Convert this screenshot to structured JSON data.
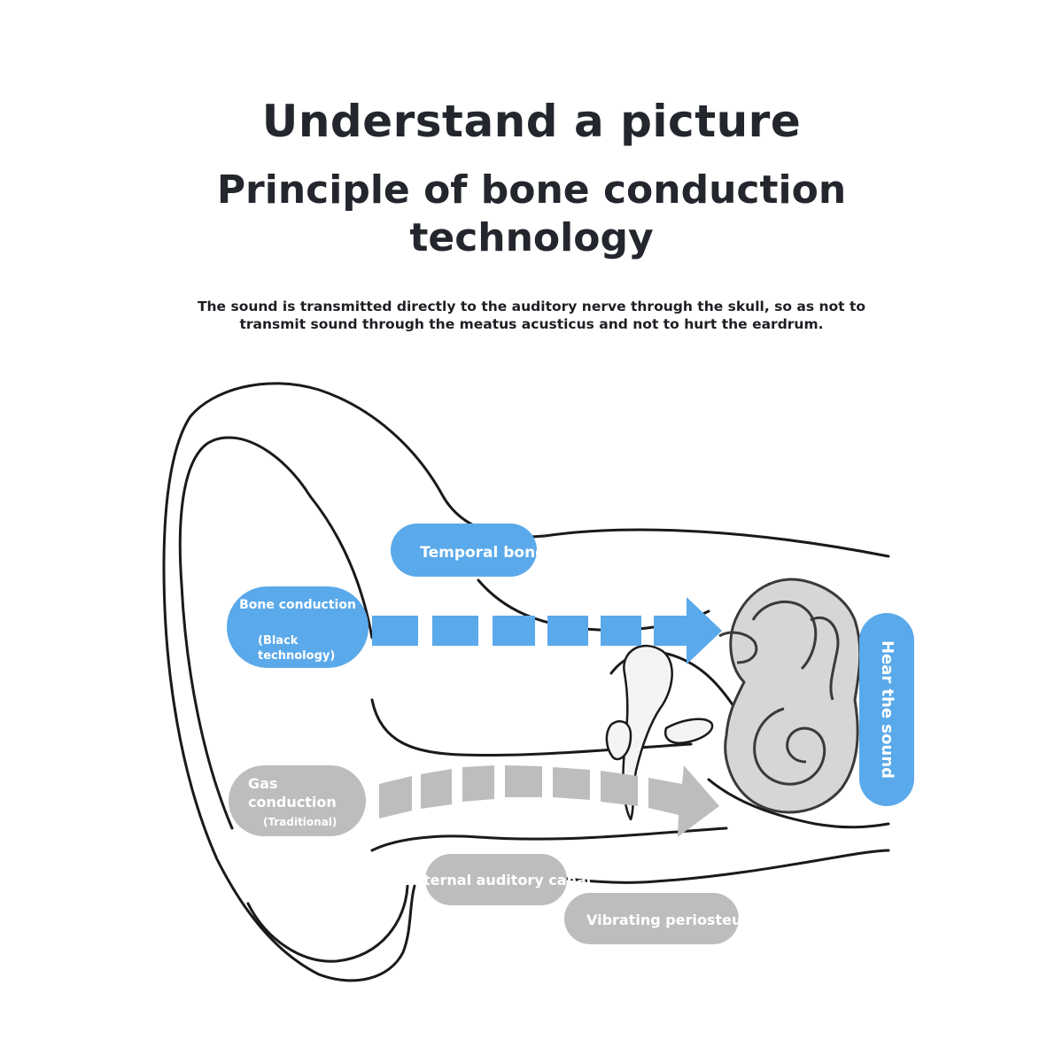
{
  "header": {
    "title": "Understand a picture",
    "subtitle": "Principle of bone conduction technology",
    "description": "The sound is transmitted directly to the auditory nerve through the skull, so as not to transmit sound through the meatus acusticus and not to hurt the eardrum."
  },
  "labels": {
    "temporal_bone": "Temporal bone",
    "bone_conduction": "Bone conduction",
    "bone_conduction_note_1": "(Black",
    "bone_conduction_note_2": "technology)",
    "gas_conduction_1": "Gas",
    "gas_conduction_2": "conduction",
    "gas_conduction_note": "(Traditional)",
    "external_canal": "External auditory canal",
    "vibrating_periosteum": "Vibrating periosteum",
    "hear_sound": "Hear the sound"
  },
  "colors": {
    "blue": "#5aa9ea",
    "gray": "#bdbdbd",
    "outline": "#1a1a1a",
    "cochlea_fill": "#d6d6d6"
  }
}
